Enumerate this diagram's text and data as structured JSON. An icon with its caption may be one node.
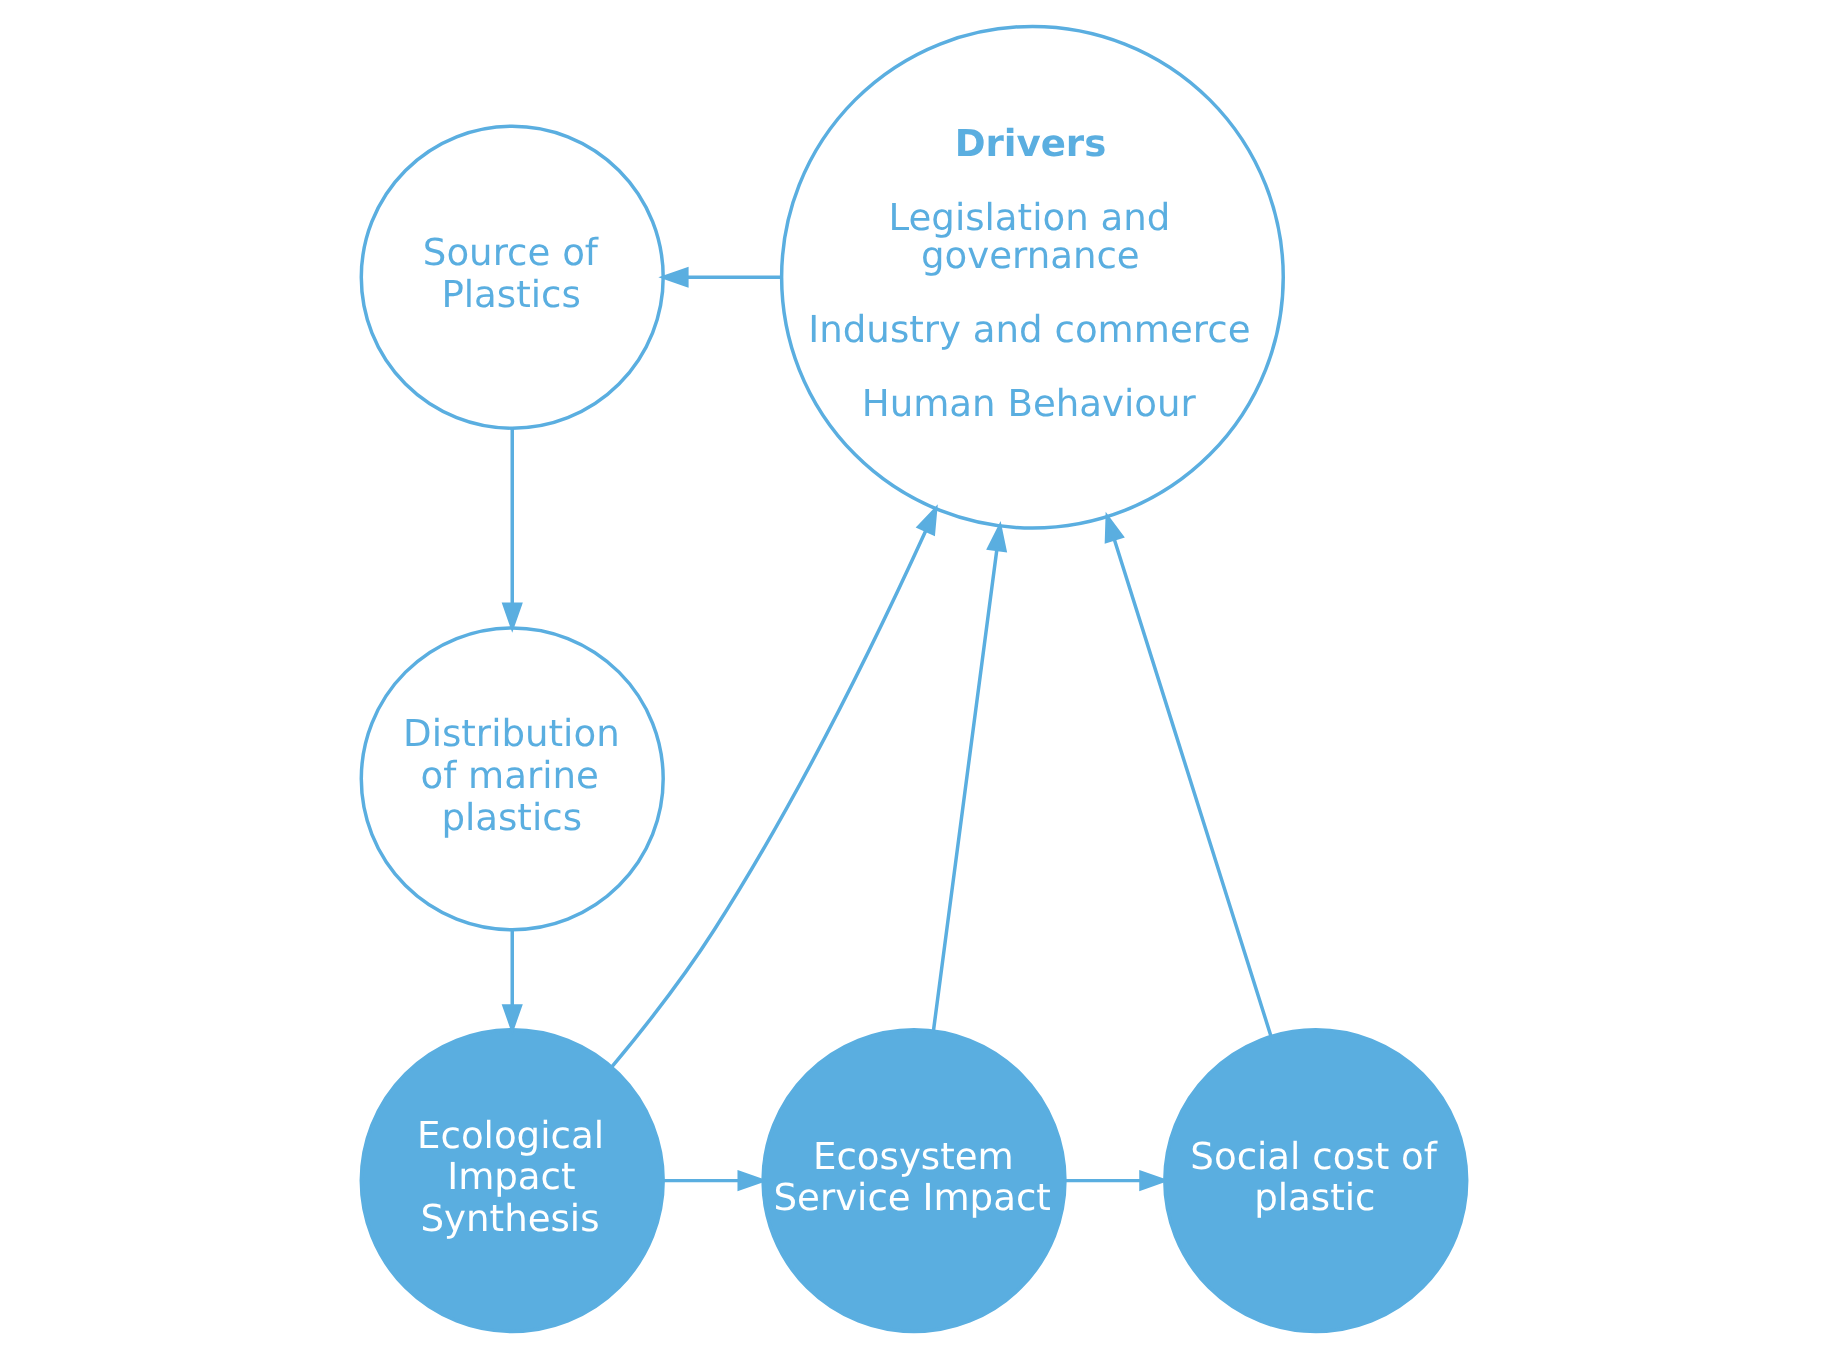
{
  "diagram": {
    "nodes": [
      {
        "text": [
          "Source of Plastics"
        ]
      },
      {
        "text": [
          "Distribution of marine plastics"
        ]
      },
      {
        "text": [
          "Ecological Impact Synthesis"
        ]
      },
      {
        "text": [
          "Ecosystem Service Impact"
        ]
      },
      {
        "text": [
          "Social cost of plastic"
        ]
      },
      {
        "text": [
          "Drivers",
          "Legislation and governance",
          "Industry and commerce",
          "Human Behaviour"
        ]
      }
    ],
    "edges": [
      {
        "from": 5,
        "to": 0,
        "arrow": "to"
      },
      {
        "from": 0,
        "to": 1,
        "arrow": "to"
      },
      {
        "from": 1,
        "to": 2,
        "arrow": "to"
      },
      {
        "from": 2,
        "to": 5,
        "arrow": "to"
      },
      {
        "from": 3,
        "to": 5,
        "arrow": "to"
      },
      {
        "from": 4,
        "to": 5,
        "arrow": "to"
      },
      {
        "from": 2,
        "to": 3,
        "arrow": "to"
      },
      {
        "from": 3,
        "to": 4,
        "arrow": "to"
      }
    ]
  }
}
